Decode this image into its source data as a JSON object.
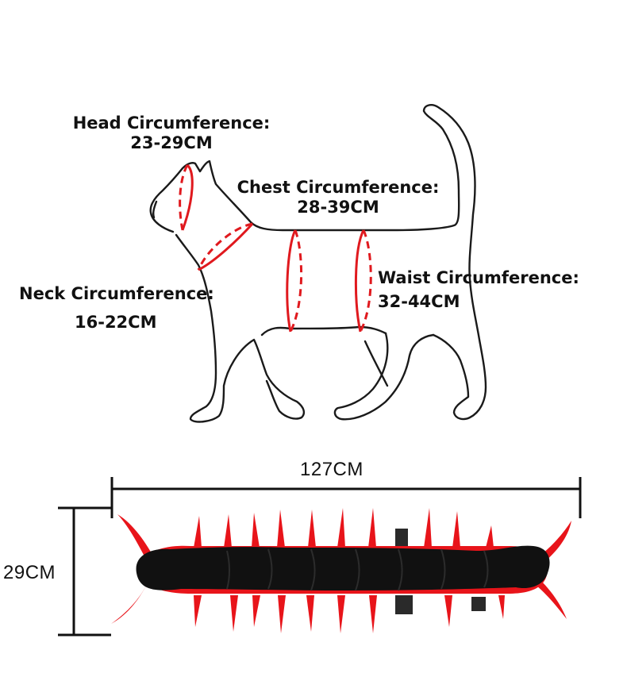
{
  "measurements": {
    "head": {
      "label": "Head Circumference:",
      "value": "23-29CM"
    },
    "chest": {
      "label": "Chest Circumference:",
      "value": "28-39CM"
    },
    "neck": {
      "label": "Neck Circumference:",
      "value": "16-22CM"
    },
    "waist": {
      "label": "Waist Circumference:",
      "value": "32-44CM"
    }
  },
  "dimensions": {
    "length": "127CM",
    "height": "29CM"
  },
  "colors": {
    "accent": "#e0191e",
    "outline": "#1a1a1a",
    "toy_body": "#111111",
    "toy_legs": "#e8141a"
  }
}
